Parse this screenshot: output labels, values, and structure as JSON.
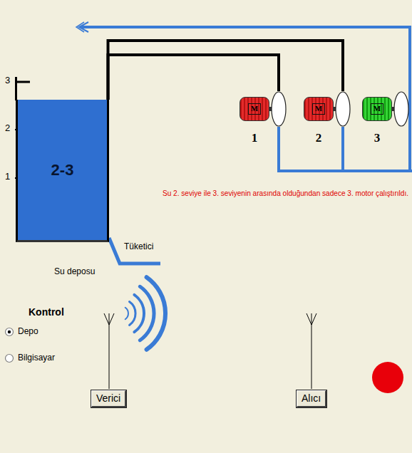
{
  "diagram": {
    "nodes": [
      {
        "text": [
          "2-3"
        ]
      },
      {
        "text": [
          "M",
          "1"
        ]
      },
      {
        "text": [
          "M",
          "2"
        ]
      },
      {
        "text": [
          "M",
          "3"
        ]
      },
      {
        "text": [
          "Verici"
        ]
      },
      {
        "text": [
          "Alıcı"
        ]
      }
    ],
    "edges": [
      {
        "from": 1,
        "to": 0,
        "arrow": "none"
      },
      {
        "from": 2,
        "to": 0,
        "arrow": "none"
      }
    ],
    "labels": [
      "3",
      "2",
      "1",
      "Tüketici",
      "Su deposu",
      "Su 2. seviye ile 3. seviyenin arasında olduğundan sadece 3. motor çalıştırıldı.",
      "Kontrol",
      "Depo",
      "Bilgisayar"
    ]
  }
}
